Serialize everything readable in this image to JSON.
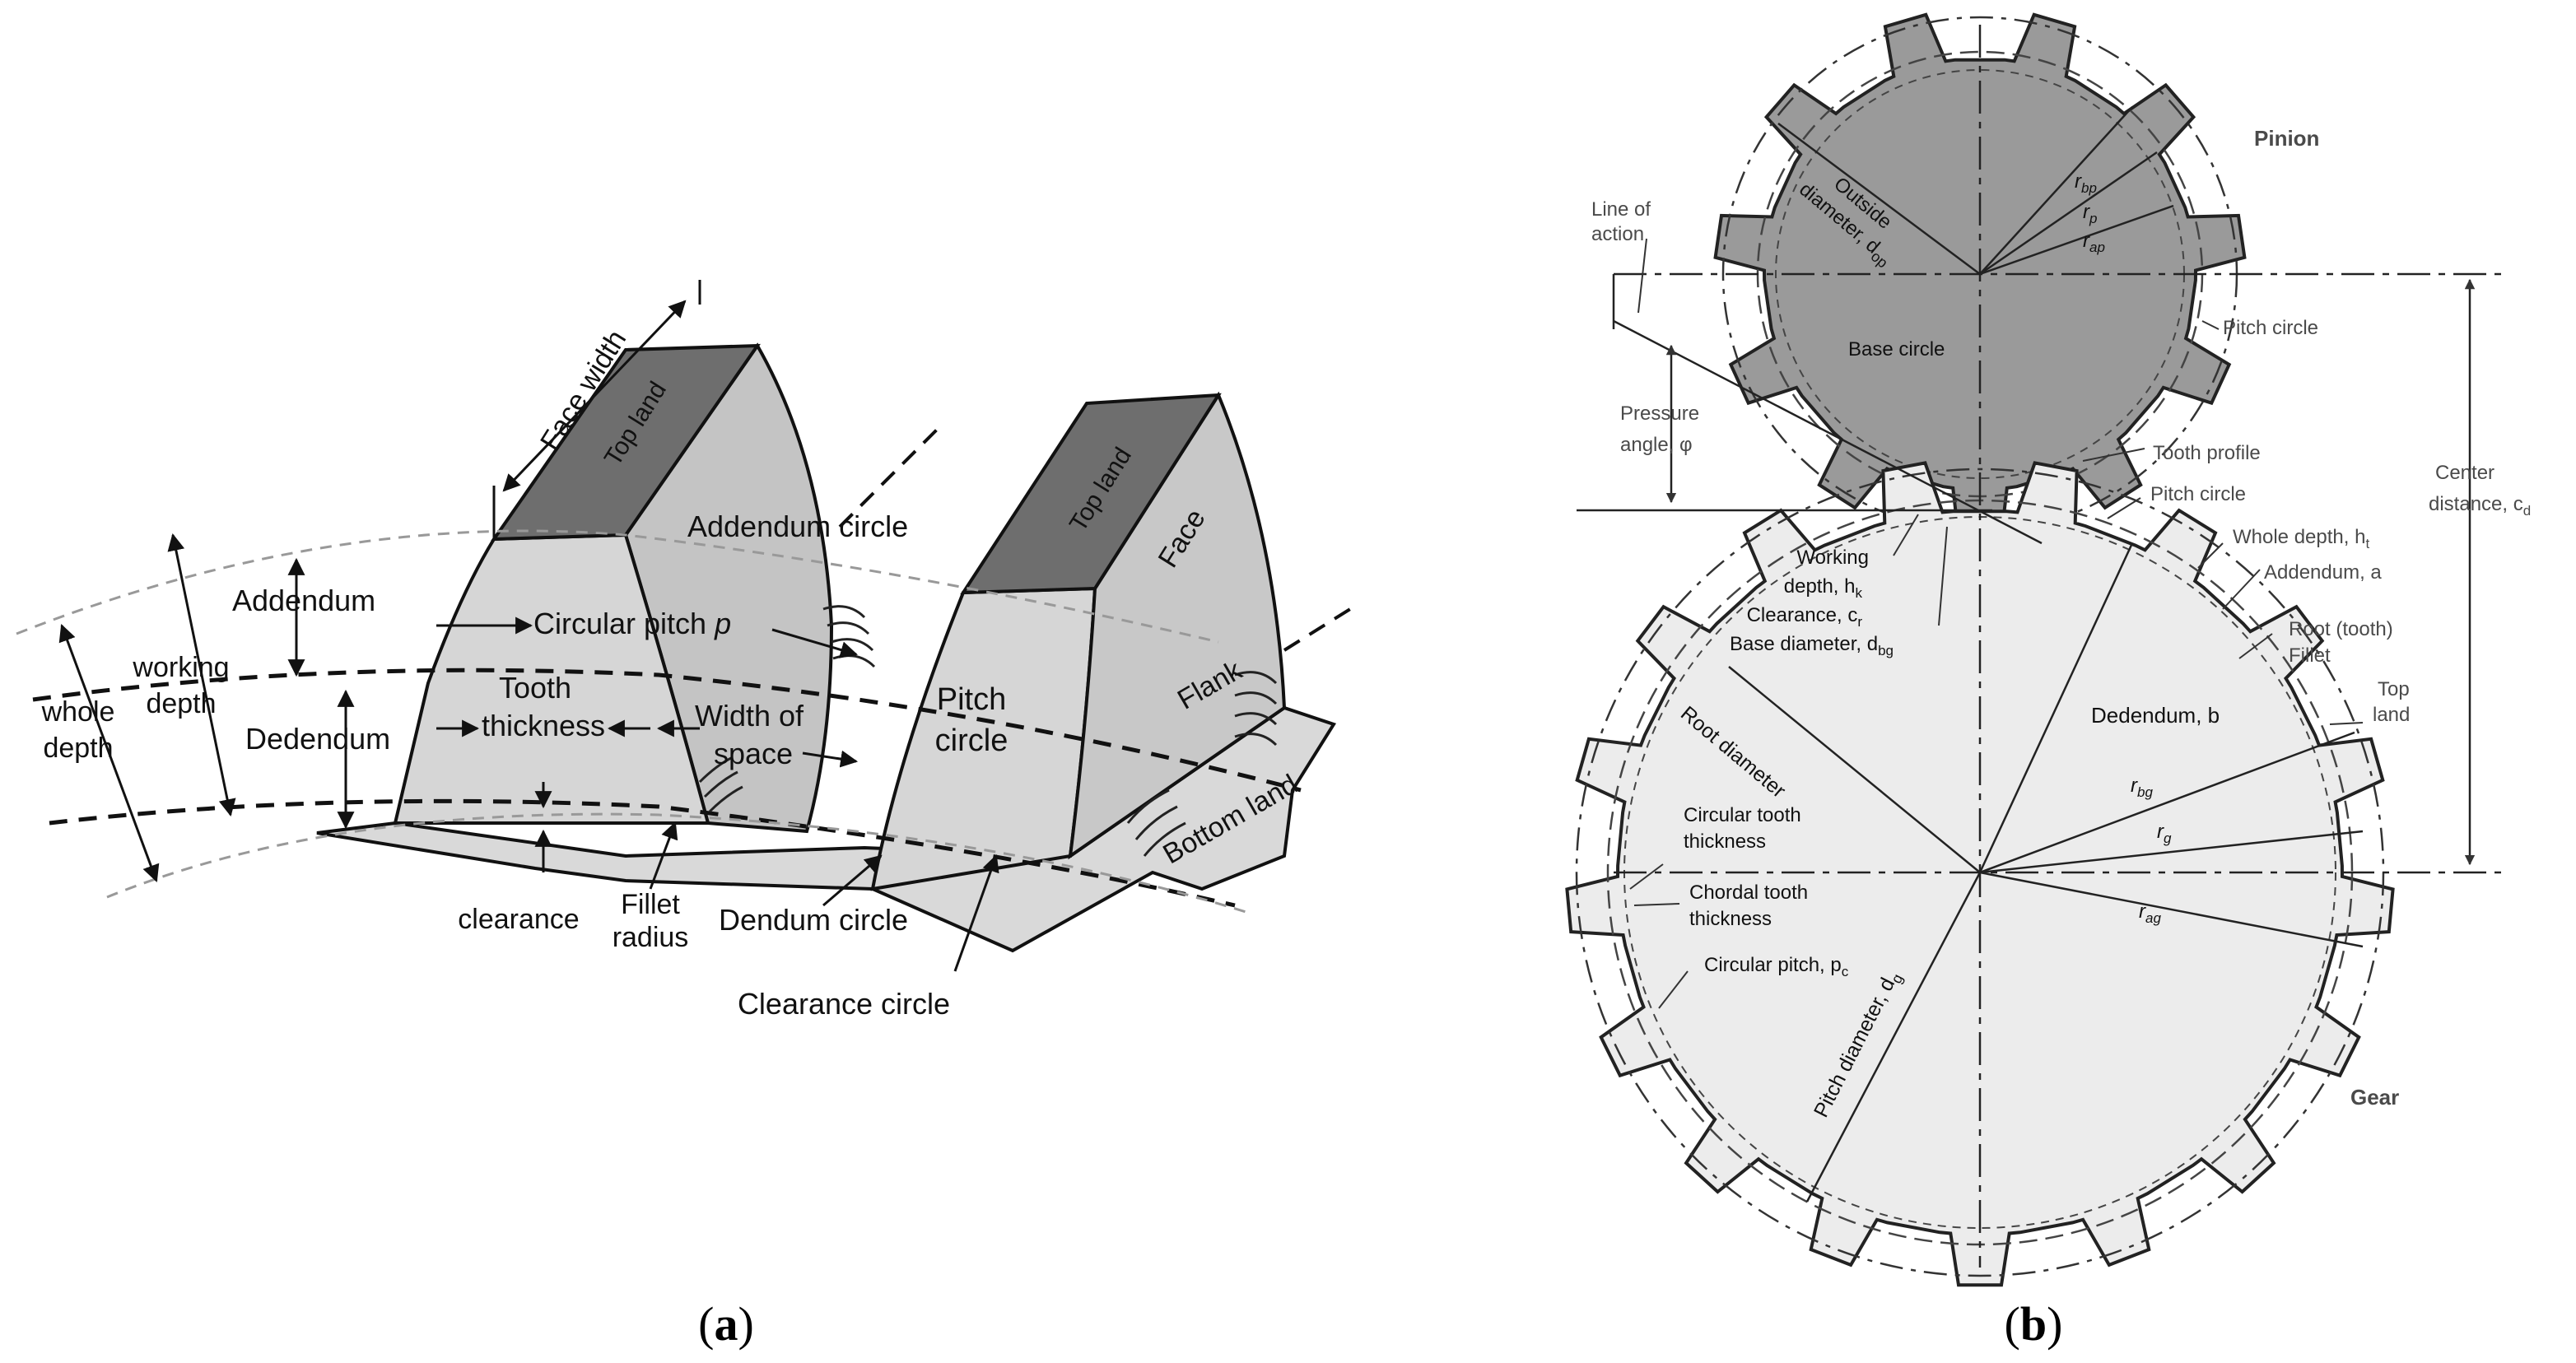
{
  "figure_a": {
    "caption_open": "(",
    "caption_letter": "a",
    "caption_close": ")",
    "labels": {
      "face_width": "Face width",
      "top_land_1": "Top land",
      "top_land_2": "Top land",
      "addendum_circle": "Addendum circle",
      "face": "Face",
      "addendum": "Addendum",
      "working_depth_1": "working",
      "working_depth_2": "depth",
      "whole_depth_1": "whole",
      "whole_depth_2": "depth",
      "dedendum": "Dedendum",
      "circular_pitch": "Circular pitch",
      "circular_pitch_sym": "p",
      "tooth_thickness_1": "Tooth",
      "tooth_thickness_2": "thickness",
      "width_of_space_1": "Width of",
      "width_of_space_2": "space",
      "pitch_circle_1": "Pitch",
      "pitch_circle_2": "circle",
      "flank": "Flank",
      "bottom_land": "Bottom land",
      "clearance": "clearance",
      "fillet_radius_1": "Fillet",
      "fillet_radius_2": "radius",
      "dendum_circle": "Dendum circle",
      "clearance_circle": "Clearance circle"
    }
  },
  "figure_b": {
    "caption_open": "(",
    "caption_letter": "b",
    "caption_close": ")",
    "labels": {
      "pinion": "Pinion",
      "gear": "Gear",
      "line_of_action_1": "Line of",
      "line_of_action_2": "action",
      "outside_diameter_1": "Outside",
      "outside_diameter_2": "diameter, d",
      "outside_diameter_sub": "op",
      "r_bp": "r",
      "r_bp_sub": "bp",
      "r_p": "r",
      "r_p_sub": "p",
      "r_ap": "r",
      "r_ap_sub": "ap",
      "pitch_circle_top": "Pitch circle",
      "base_circle": "Base circle",
      "pressure_angle_1": "Pressure",
      "pressure_angle_2": "angle, φ",
      "tooth_profile": "Tooth profile",
      "pitch_circle_mid": "Pitch circle",
      "center_distance_1": "Center",
      "center_distance_2": "distance, c",
      "center_distance_sub": "d",
      "whole_depth": "Whole depth, h",
      "whole_depth_sub": "t",
      "addendum": "Addendum, a",
      "working_depth_1": "Working",
      "working_depth_2": "depth, h",
      "working_depth_sub": "k",
      "clearance": "Clearance, c",
      "clearance_sub": "r",
      "base_diameter": "Base diameter, d",
      "base_diameter_sub": "bg",
      "root_tooth_1": "Root (tooth)",
      "root_tooth_2": "Fillet",
      "top_land_1": "Top",
      "top_land_2": "land",
      "dedendum": "Dedendum, b",
      "root_diameter": "Root diameter",
      "r_bg": "r",
      "r_bg_sub": "bg",
      "r_g": "r",
      "r_g_sub": "g",
      "r_ag": "r",
      "r_ag_sub": "ag",
      "circular_tooth_1": "Circular tooth",
      "circular_tooth_2": "thickness",
      "chordal_tooth_1": "Chordal tooth",
      "chordal_tooth_2": "thickness",
      "circular_pitch": "Circular pitch, p",
      "circular_pitch_sub": "c",
      "pitch_diameter": "Pitch diameter, d",
      "pitch_diameter_sub": "g"
    }
  },
  "colors": {
    "tooth_face": "#cfcfcf",
    "tooth_top": "#6e6e6e",
    "pinion_fill": "#9a9a9a",
    "gear_fill": "#ececec",
    "line": "#111111",
    "guide": "#888888"
  }
}
